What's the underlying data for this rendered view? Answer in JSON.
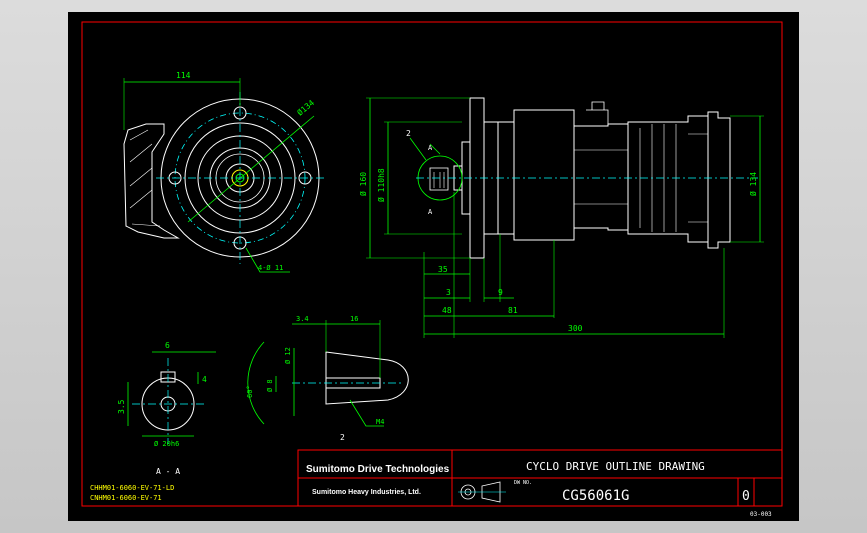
{
  "title_block": {
    "company_brand": "Sumitomo Drive Technologies",
    "company_sub": "Sumitomo Heavy Industries, Ltd.",
    "drawing_title": "CYCLO DRIVE OUTLINE DRAWING",
    "small_label": "DW NO.",
    "drawing_number": "CG56061G",
    "revision": "0"
  },
  "model_lines": [
    "CHHM01-6060-EV-71-LD",
    "CNHM01-6060-EV-71"
  ],
  "sheet_code": "03-003",
  "dims": {
    "d114": "114",
    "phi134": "Ø134",
    "phi160": "Ø 160",
    "phi110h8": "Ø 110h8",
    "phi134r": "Ø 134",
    "holes": "4-Ø 11",
    "d35": "35",
    "d3": "3",
    "d9": "9",
    "d48": "48",
    "d81": "81",
    "d300": "300",
    "d34": "3.4",
    "d16": "16",
    "phi12": "Ø 12",
    "d6": "6",
    "d4": "4",
    "d35b": "3.5",
    "phi20": "Ø 20h6",
    "d60": "60°",
    "phi8": "Ø 8",
    "d2": "2",
    "m4": "M4",
    "aa": "A - A",
    "lbl2": "2",
    "lblA1": "A",
    "lblA2": "A"
  },
  "colors": {
    "border_red": "#ff0000",
    "geometry_white": "#ffffff",
    "dimension_green": "#00ff00",
    "centerline_cyan": "#00ffff",
    "text_yellow": "#ffff00"
  }
}
